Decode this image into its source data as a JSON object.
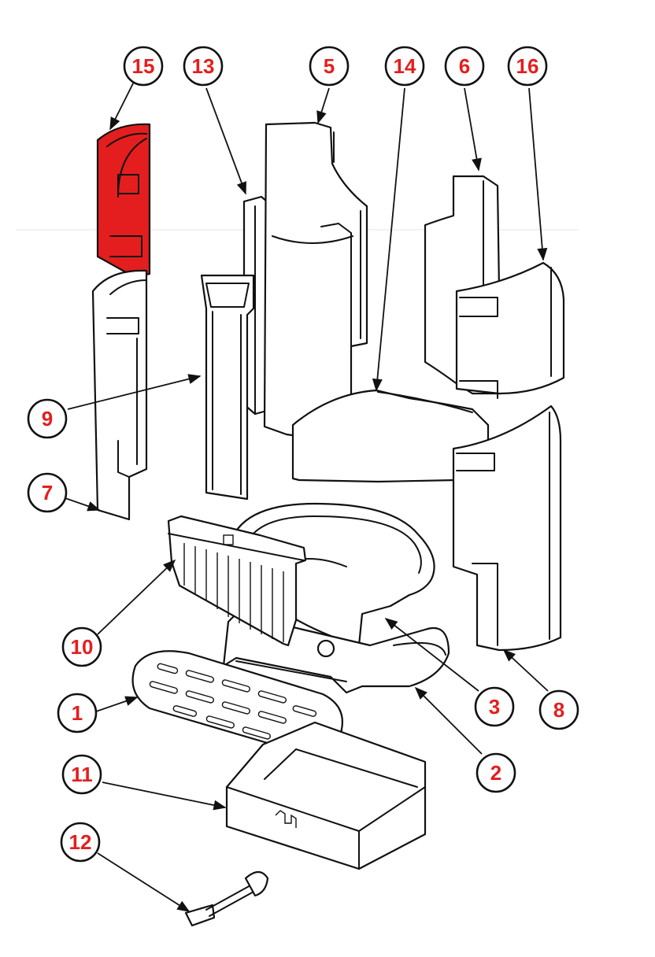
{
  "colors": {
    "accent": "#e41e1e",
    "outline": "#111111",
    "background": "#ffffff"
  },
  "callouts": [
    {
      "id": "15",
      "label": "15"
    },
    {
      "id": "13",
      "label": "13"
    },
    {
      "id": "5",
      "label": "5"
    },
    {
      "id": "14",
      "label": "14"
    },
    {
      "id": "6",
      "label": "6"
    },
    {
      "id": "16",
      "label": "16"
    },
    {
      "id": "9",
      "label": "9"
    },
    {
      "id": "7",
      "label": "7"
    },
    {
      "id": "10",
      "label": "10"
    },
    {
      "id": "1",
      "label": "1"
    },
    {
      "id": "3",
      "label": "3"
    },
    {
      "id": "8",
      "label": "8"
    },
    {
      "id": "11",
      "label": "11"
    },
    {
      "id": "2",
      "label": "2"
    },
    {
      "id": "12",
      "label": "12"
    }
  ],
  "highlighted_part": "15"
}
